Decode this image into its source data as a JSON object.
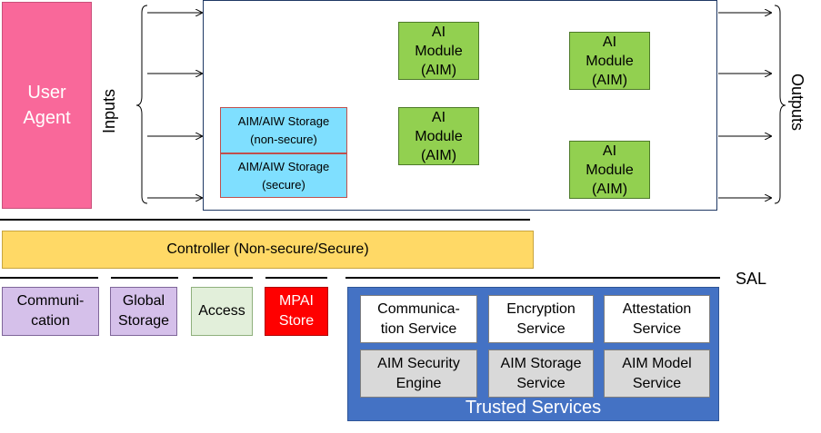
{
  "user_agent": {
    "label": "User\nAgent"
  },
  "inputs_label": "Inputs",
  "outputs_label": "Outputs",
  "storage": {
    "non_secure": "AIM/AIW Storage\n(non-secure)",
    "secure": "AIM/AIW Storage\n(secure)"
  },
  "aim_modules": [
    {
      "label": "AI\nModule\n(AIM)"
    },
    {
      "label": "AI\nModule\n(AIM)"
    },
    {
      "label": "AI\nModule\n(AIM)"
    },
    {
      "label": "AI\nModule\n(AIM)"
    }
  ],
  "controller": {
    "label": "Controller (Non-secure/Secure)"
  },
  "external_services": {
    "communication": "Communi-\ncation",
    "global_storage": "Global\nStorage",
    "access": "Access",
    "mpai_store": "MPAI\nStore"
  },
  "sal_label": "SAL",
  "trusted_services": {
    "title": "Trusted Services",
    "communication_service": "Communica-\ntion Service",
    "encryption_service": "Encryption\nService",
    "attestation_service": "Attestation\nService",
    "aim_security_engine": "AIM Security\nEngine",
    "aim_storage_service": "AIM Storage\nService",
    "aim_model_service": "AIM Model\nService"
  },
  "colors": {
    "user_agent": "#f9689a",
    "aim": "#92d050",
    "storage": "#7fdfff",
    "controller": "#ffd966",
    "purple": "#d5c0ea",
    "access": "#e2efda",
    "mpai_store": "#ff0000",
    "trusted_services": "#4472c4"
  }
}
